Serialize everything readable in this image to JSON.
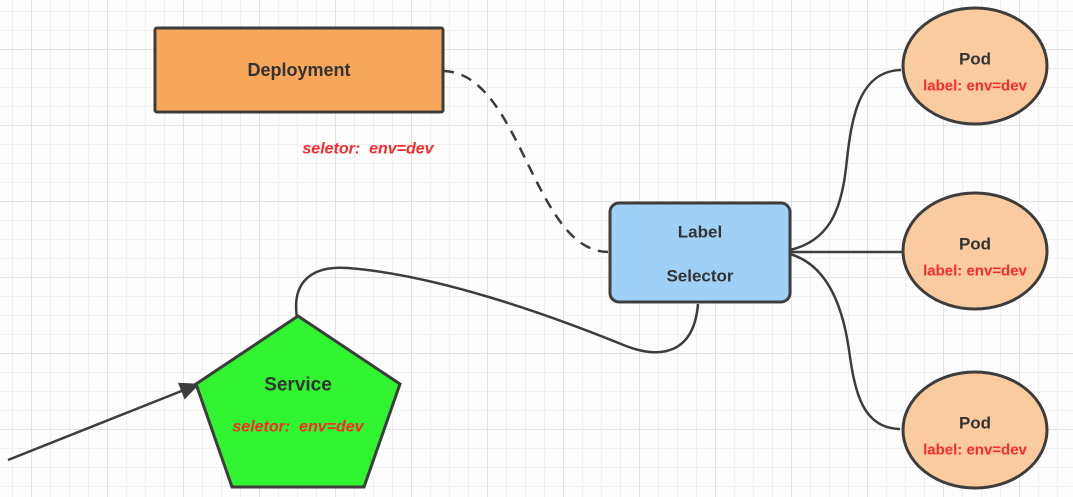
{
  "diagram": {
    "canvas": {
      "background_color": "#fdfdfd",
      "grid_minor_color": "#f0f0f0",
      "grid_major_color": "#e3e3e3"
    },
    "stroke_color": "#3d3d3d",
    "text_color": "#333333",
    "annotation_color": "#fb2a2a",
    "nodes": {
      "deployment": {
        "shape": "rectangle",
        "label": "Deployment",
        "fill": "#f7a65a",
        "annotation": "seletor:  env=dev"
      },
      "label_selector": {
        "shape": "rounded-rectangle",
        "label_line1": "Label",
        "label_line2": "Selector",
        "fill": "#9fd1f7"
      },
      "service": {
        "shape": "pentagon",
        "label": "Service",
        "annotation": "seletor:  env=dev",
        "fill": "#2ff42f"
      },
      "pods": [
        {
          "shape": "ellipse",
          "label": "Pod",
          "annotation": "label: env=dev",
          "fill": "#f9cb9e"
        },
        {
          "shape": "ellipse",
          "label": "Pod",
          "annotation": "label: env=dev",
          "fill": "#f9cb9e"
        },
        {
          "shape": "ellipse",
          "label": "Pod",
          "annotation": "label: env=dev",
          "fill": "#f9cb9e"
        }
      ]
    },
    "edges": [
      {
        "from": "deployment",
        "to": "label_selector",
        "style": "dashed-curve"
      },
      {
        "from": "service",
        "to": "label_selector",
        "style": "solid-curve"
      },
      {
        "from": "offscreen-bottom-left",
        "to": "service",
        "style": "solid-arrow"
      },
      {
        "from": "label_selector",
        "to": "pod-1",
        "style": "solid-curve"
      },
      {
        "from": "label_selector",
        "to": "pod-2",
        "style": "solid-line"
      },
      {
        "from": "label_selector",
        "to": "pod-3",
        "style": "solid-curve"
      }
    ]
  }
}
